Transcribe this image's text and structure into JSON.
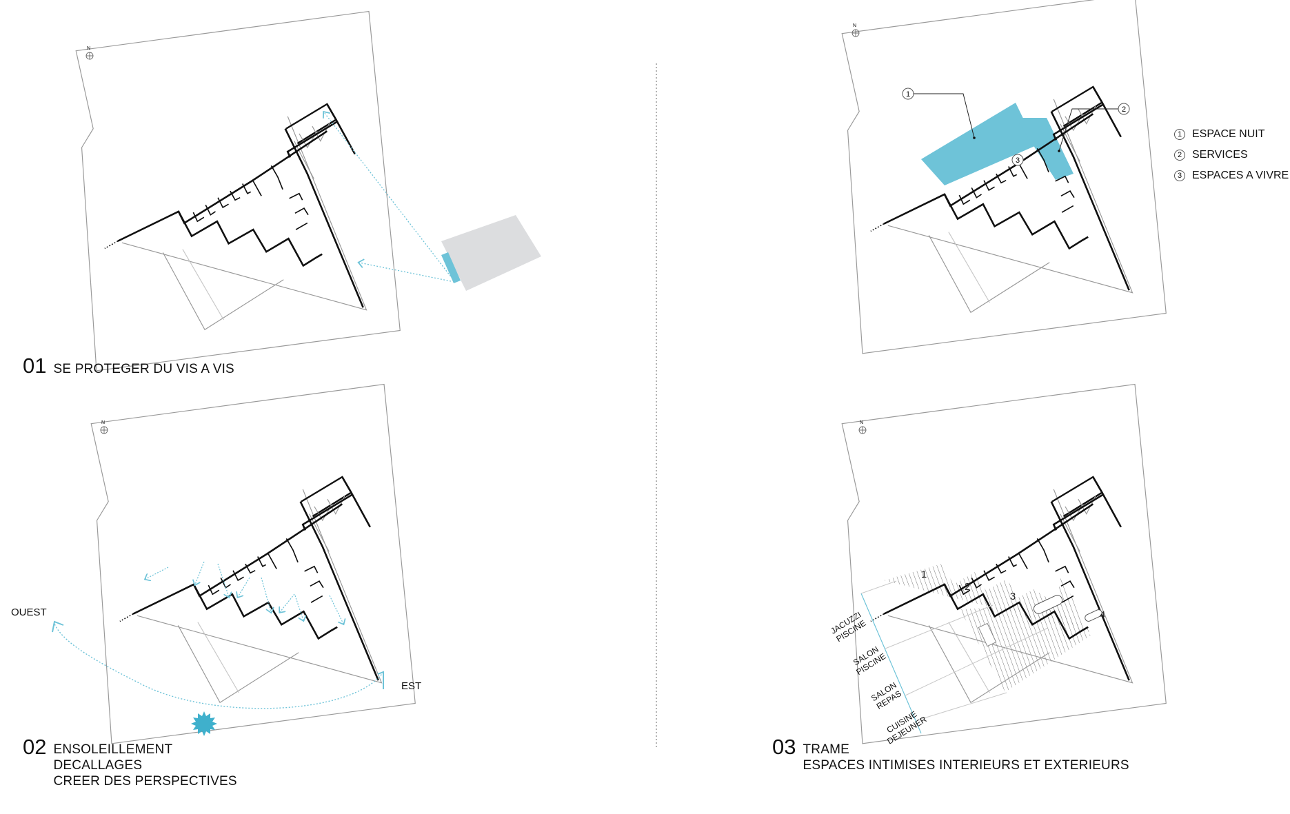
{
  "panels": [
    {
      "id": "p1",
      "number": "01",
      "lines": [
        "SE PROTEGER DU VIS A VIS"
      ]
    },
    {
      "id": "p2",
      "number": "02",
      "lines": [
        "ENSOLEILLEMENT",
        "DECALLAGES",
        "CREER DES PERSPECTIVES"
      ]
    },
    {
      "id": "p3",
      "number": "03",
      "lines": [
        "TRAME",
        "ESPACES INTIMISES INTERIEURS ET EXTERIEURS"
      ]
    }
  ],
  "legend": [
    {
      "num": "1",
      "label": "ESPACE NUIT"
    },
    {
      "num": "2",
      "label": "SERVICES"
    },
    {
      "num": "3",
      "label": "ESPACES A VIVRE"
    }
  ],
  "orientation": {
    "west": "OUEST",
    "east": "EST",
    "north": "N"
  },
  "zones": [
    "1",
    "2",
    "3",
    "4"
  ],
  "trame_labels": [
    [
      "JACUZZI",
      "PISCINE"
    ],
    [
      "SALON",
      "PISCINE"
    ],
    [
      "SALON",
      "REPAS"
    ],
    [
      "CUISINE",
      "DEJEUNER"
    ]
  ],
  "colors": {
    "accent": "#6ec3d8",
    "accent_dark": "#3fb0cc",
    "neighbor": "#dcdddf",
    "wall": "#111111",
    "site": "#9a9a9a"
  }
}
